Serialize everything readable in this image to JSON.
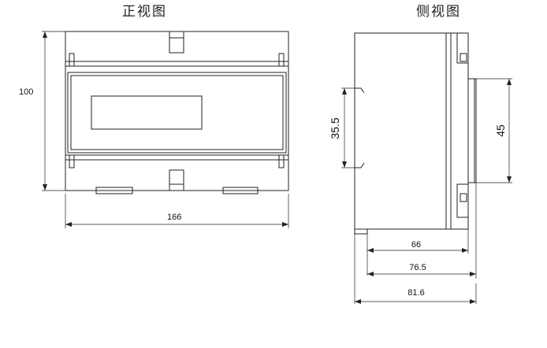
{
  "titles": {
    "front_view": "正视图",
    "side_view": "侧视图"
  },
  "dimensions": {
    "front_height": "100",
    "front_width": "166",
    "side_slot_height": "35.5",
    "side_rail_height": "45",
    "side_depth_1": "66",
    "side_depth_2": "76.5",
    "side_depth_3": "81.6"
  }
}
